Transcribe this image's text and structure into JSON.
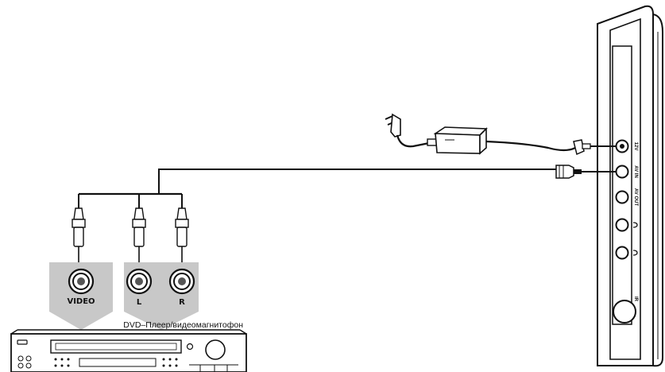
{
  "source_device": {
    "caption": "DVD–Плеер/видеомагнитофон",
    "jacks": {
      "video": "VIDEO",
      "left": "L",
      "right": "R"
    }
  },
  "player_ports": {
    "power": "12V",
    "av_in": "AV IN",
    "av_out": "AV OUT",
    "ir": "IR"
  },
  "icons": {
    "headphone": "headphone-icon",
    "plug": "ac-plug-icon",
    "adapter": "power-adapter-icon"
  },
  "colors": {
    "jack_panel": "#c8c8c8",
    "line": "#111111"
  }
}
